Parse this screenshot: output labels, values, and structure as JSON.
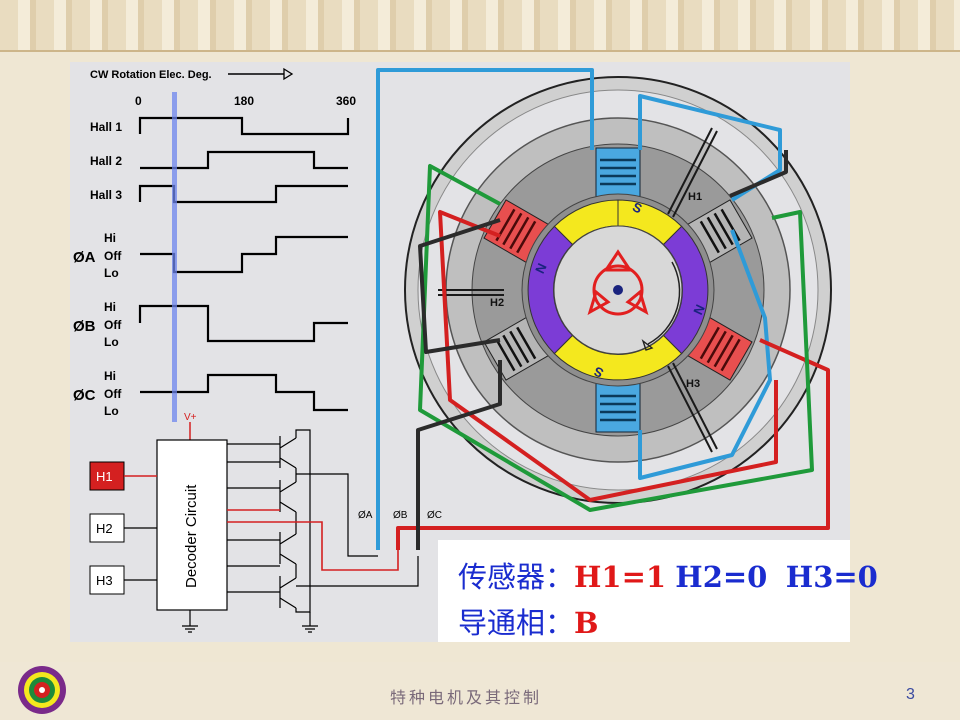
{
  "timing": {
    "title": "CW Rotation Elec. Deg.",
    "degrees": [
      "0",
      "180",
      "360"
    ],
    "halls": [
      "Hall 1",
      "Hall 2",
      "Hall 3"
    ],
    "levels": [
      "Hi",
      "Off",
      "Lo"
    ],
    "phases": [
      "ØA",
      "ØB",
      "ØC"
    ]
  },
  "circuit": {
    "decoder_label": "Decoder Circuit",
    "vplus": "V+",
    "sensors": [
      "H1",
      "H2",
      "H3"
    ],
    "phase_labels": [
      "ØA",
      "ØB",
      "ØC"
    ]
  },
  "motor": {
    "hall_labels": [
      "H1",
      "H2",
      "H3"
    ],
    "pole_labels": [
      "S",
      "N",
      "N",
      "S"
    ]
  },
  "status": {
    "sensor_label": "传感器：",
    "h1": "H1=1",
    "h2": "H2=0",
    "h3": "H3=0",
    "phase_label": "导通相：",
    "phase_value": "B"
  },
  "footer": {
    "title": "特种电机及其控制",
    "page": "3"
  },
  "colors": {
    "blue_wire": "#2f9bd8",
    "red_wire": "#d42020",
    "green_wire": "#1f9a3a",
    "dark_wire": "#2b2b2b",
    "status_red": "#e01818",
    "status_blue": "#1a2ccf",
    "h1_active": "#d42020"
  }
}
